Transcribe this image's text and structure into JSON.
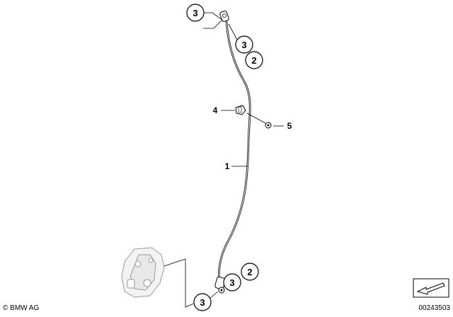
{
  "callouts": {
    "top_box": "3",
    "top_right_a": "3",
    "top_right_b": "2",
    "bottom_right_a": "3",
    "bottom_right_b": "2",
    "bottom_box": "3"
  },
  "labels": {
    "hose": "1",
    "holder": "4",
    "nut": "5"
  },
  "footer": {
    "copyright": "© BMW AG",
    "drawing_number": "00243503"
  }
}
